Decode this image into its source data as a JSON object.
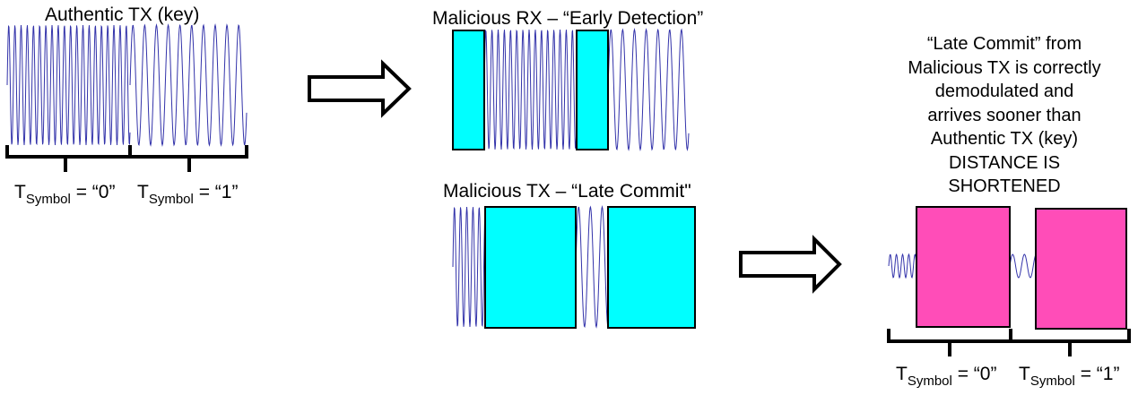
{
  "labels": {
    "authentic_tx": "Authentic TX (key)",
    "malicious_rx": "Malicious RX – “Early Detection”",
    "malicious_tx": "Malicious TX – “Late Commit\"",
    "result_lines": [
      "“Late Commit” from",
      "Malicious TX is correctly",
      "demodulated and",
      "arrives sooner than",
      "Authentic TX (key)",
      "DISTANCE IS",
      "SHORTENED"
    ]
  },
  "symbol_labels": {
    "t": "T",
    "sub": "Symbol",
    "zero": " = “0”",
    "one": " = “1”"
  },
  "colors": {
    "wave": "#3333aa",
    "cyan": "#00ffff",
    "magenta": "#ff4db8",
    "outline": "#000000"
  },
  "icons": [
    "right-arrow-icon",
    "right-arrow-icon"
  ]
}
